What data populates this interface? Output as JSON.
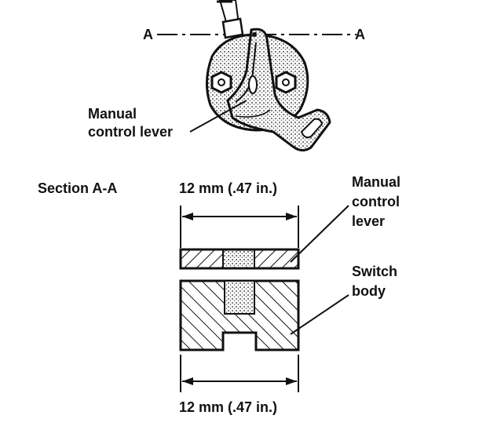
{
  "diagram": {
    "section_marker": "A",
    "section_marker_right": "A",
    "manual_control_lever_top": [
      "Manual",
      "control lever"
    ],
    "section_title": "Section A-A",
    "dim_top": "12 mm (.47 in.)",
    "dim_bottom": "12 mm (.47 in.)",
    "lever_label": [
      "Manual",
      "control",
      "lever"
    ],
    "switch_label": [
      "Switch",
      "body"
    ]
  }
}
